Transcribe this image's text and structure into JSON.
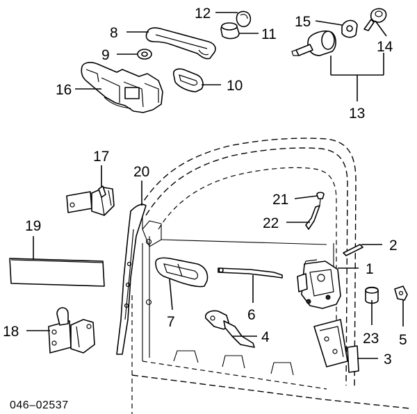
{
  "diagram": {
    "reference_number": "046–02537",
    "callouts": [
      {
        "id": "1",
        "label": "1"
      },
      {
        "id": "2",
        "label": "2"
      },
      {
        "id": "3",
        "label": "3"
      },
      {
        "id": "4",
        "label": "4"
      },
      {
        "id": "5",
        "label": "5"
      },
      {
        "id": "6",
        "label": "6"
      },
      {
        "id": "7",
        "label": "7"
      },
      {
        "id": "8",
        "label": "8"
      },
      {
        "id": "9",
        "label": "9"
      },
      {
        "id": "10",
        "label": "10"
      },
      {
        "id": "11",
        "label": "11"
      },
      {
        "id": "12",
        "label": "12"
      },
      {
        "id": "13",
        "label": "13"
      },
      {
        "id": "14",
        "label": "14"
      },
      {
        "id": "15",
        "label": "15"
      },
      {
        "id": "16",
        "label": "16"
      },
      {
        "id": "17",
        "label": "17"
      },
      {
        "id": "18",
        "label": "18"
      },
      {
        "id": "19",
        "label": "19"
      },
      {
        "id": "20",
        "label": "20"
      },
      {
        "id": "21",
        "label": "21"
      },
      {
        "id": "22",
        "label": "22"
      },
      {
        "id": "23",
        "label": "23"
      }
    ]
  }
}
